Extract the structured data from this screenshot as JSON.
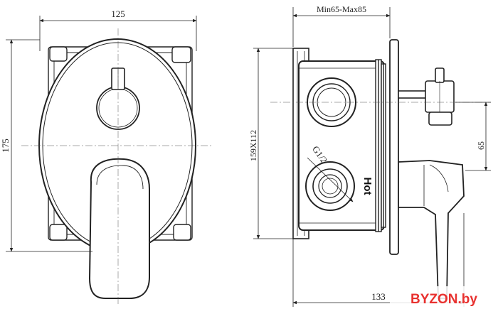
{
  "dimensions": {
    "front_width": "125",
    "front_height": "175",
    "body_size": "159X112",
    "side_depth": "Min65-Max85",
    "outlet_height": "65",
    "overall_length": "133",
    "thread": "G1/2"
  },
  "labels": {
    "hot": "Hot"
  },
  "watermark": {
    "text": "BYZON.by",
    "color": "#e8312f"
  }
}
